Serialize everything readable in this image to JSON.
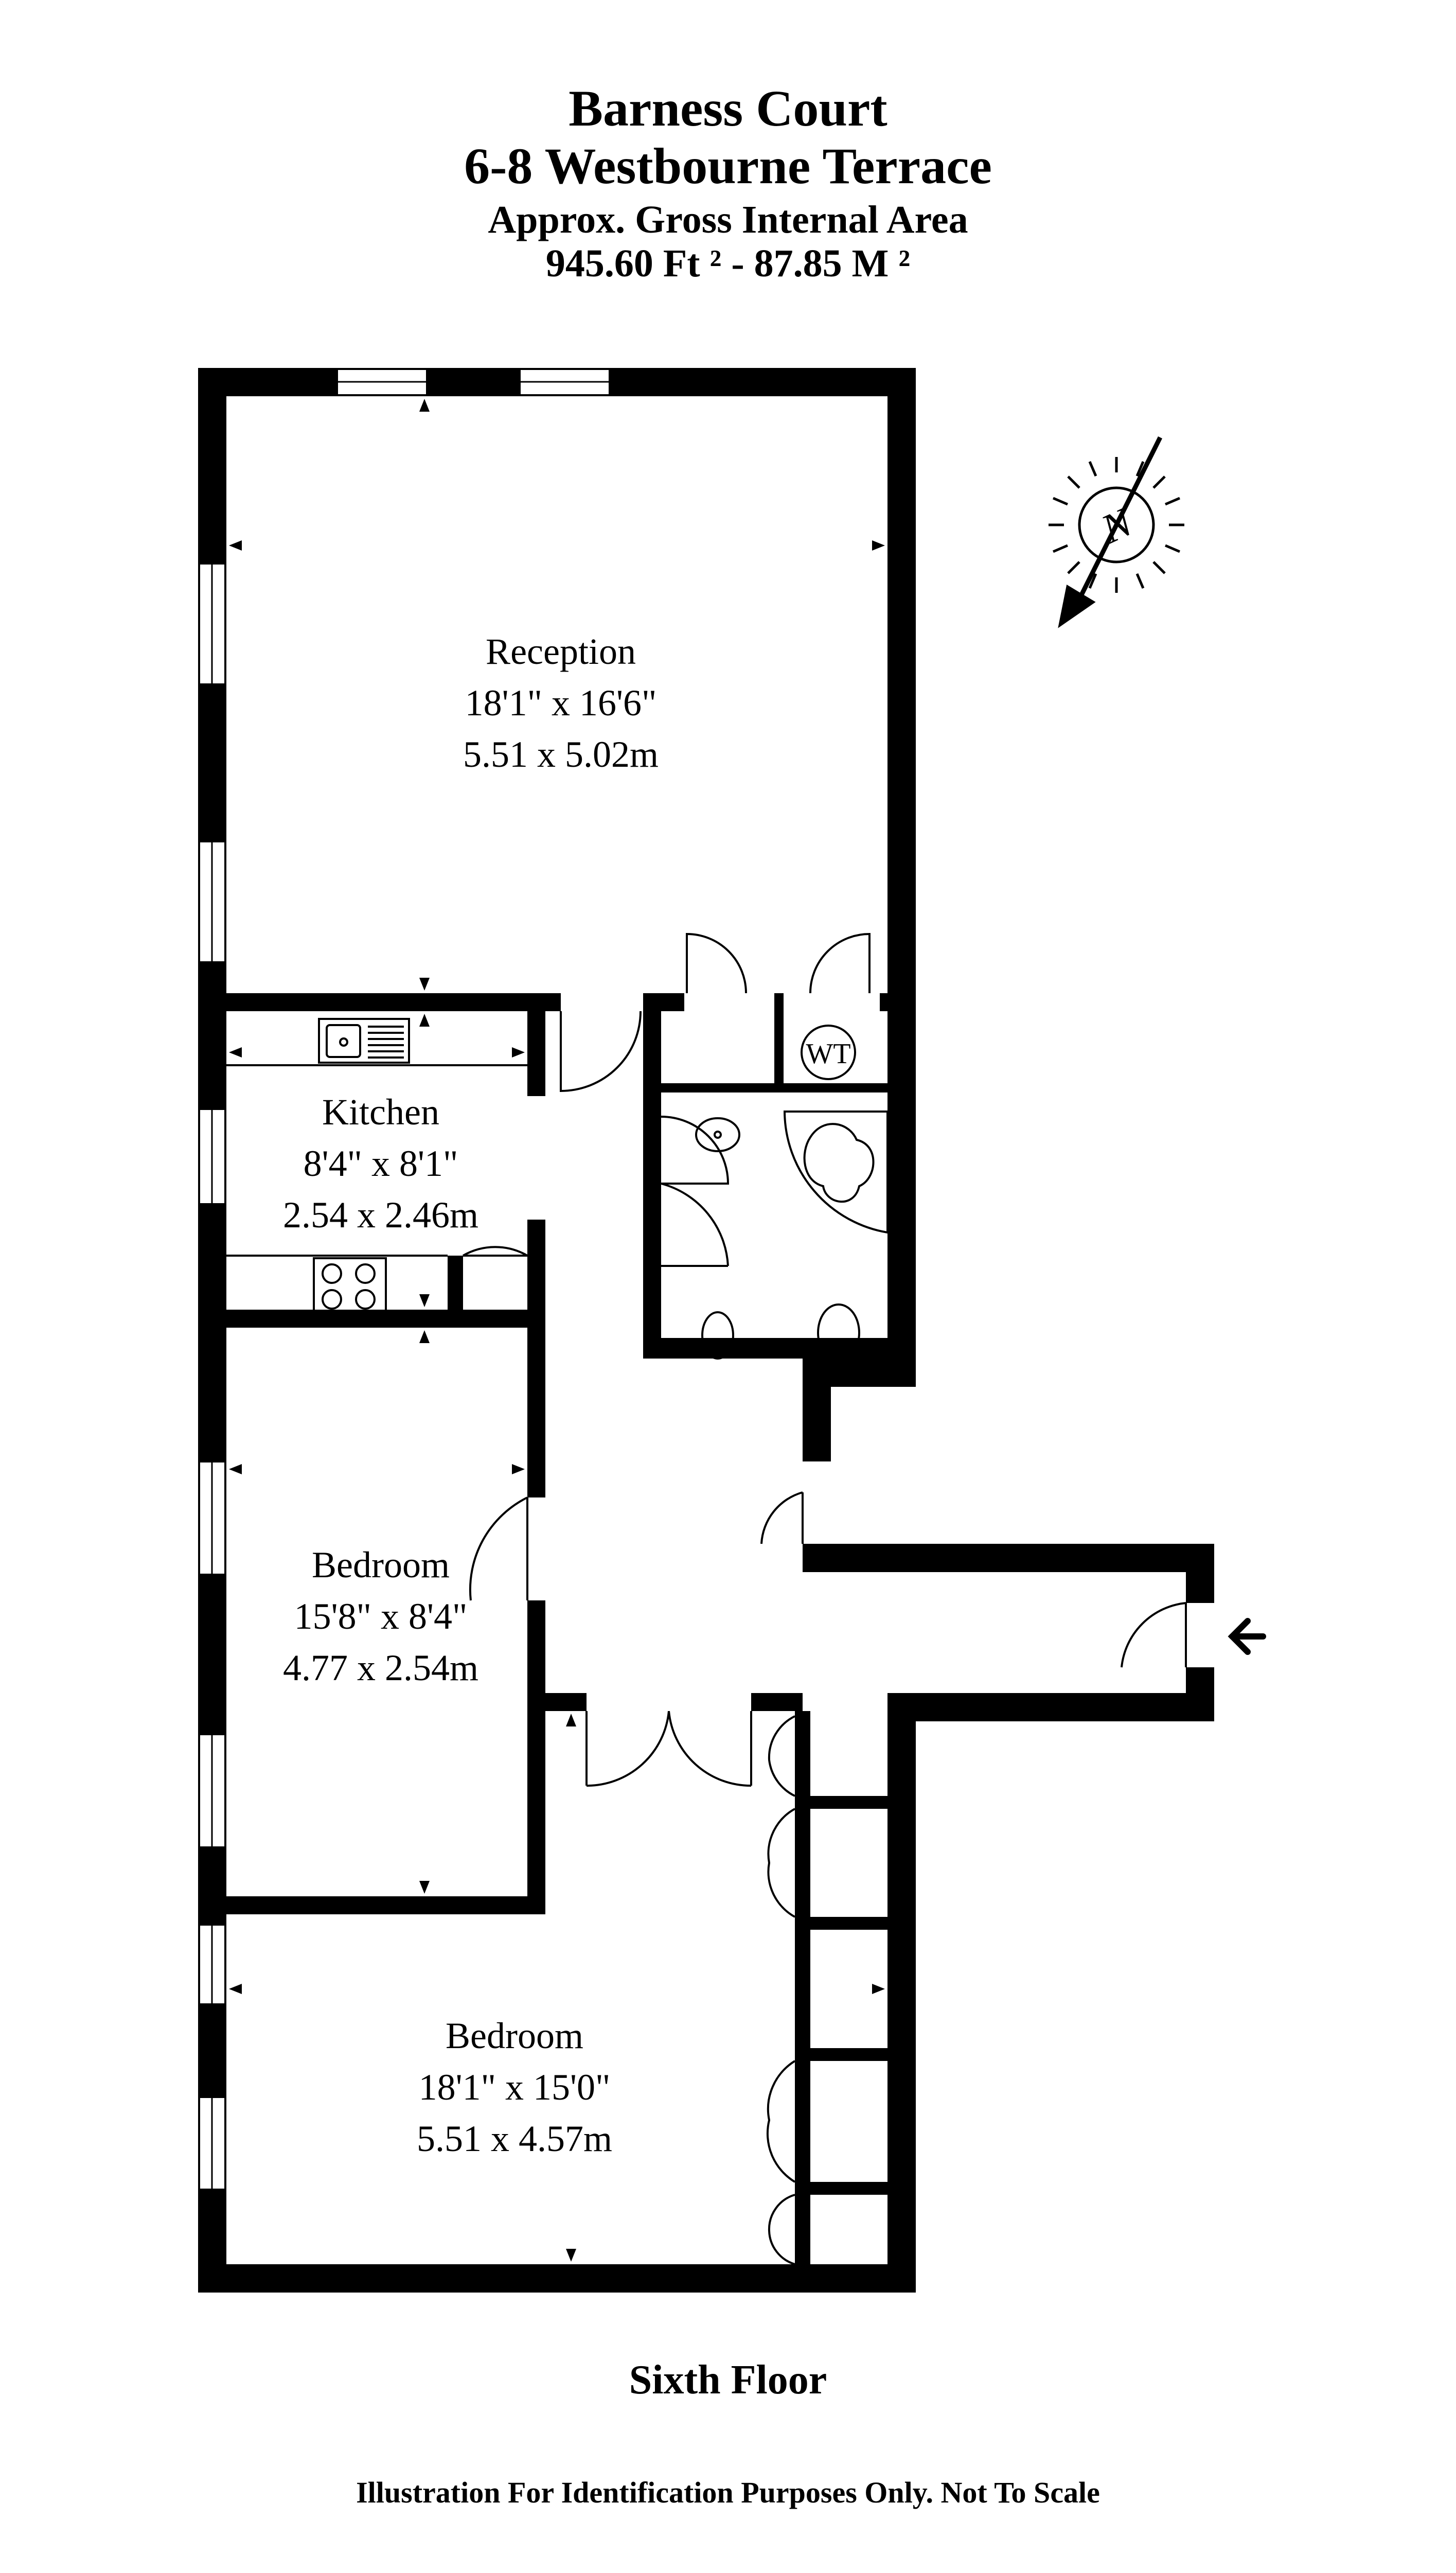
{
  "header": {
    "title": "Barness Court",
    "subtitle": "6-8 Westbourne Terrace",
    "area_label": "Approx. Gross Internal Area",
    "area_value": "945.60 Ft ² - 87.85 M ²"
  },
  "rooms": {
    "reception": {
      "name": "Reception",
      "imperial": "18'1\" x 16'6\"",
      "metric": "5.51 x 5.02m"
    },
    "kitchen": {
      "name": "Kitchen",
      "imperial": "8'4\" x 8'1\"",
      "metric": "2.54 x 2.46m"
    },
    "bedroom1": {
      "name": "Bedroom",
      "imperial": "15'8\" x 8'4\"",
      "metric": "4.77 x 2.54m"
    },
    "bedroom2": {
      "name": "Bedroom",
      "imperial": "18'1\" x 15'0\"",
      "metric": "5.51 x 4.57m"
    }
  },
  "fixtures": {
    "wt": "WT"
  },
  "compass": {
    "letter": "N"
  },
  "footer": {
    "floor": "Sixth Floor",
    "disclaimer": "Illustration For Identification Purposes Only. Not To Scale"
  }
}
